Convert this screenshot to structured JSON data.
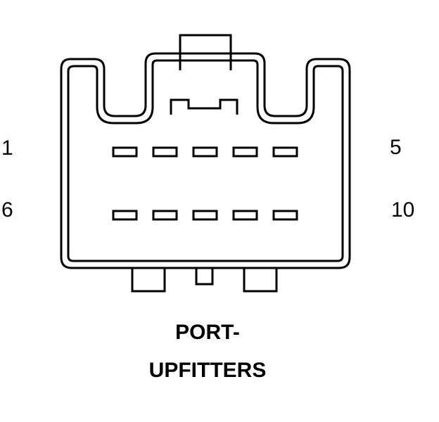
{
  "connector": {
    "pin_labels": {
      "top_left": "1",
      "top_right": "5",
      "bottom_left": "6",
      "bottom_right": "10"
    },
    "caption_line1": "PORT-",
    "caption_line2": "UPFITTERS",
    "pins_per_row": 5,
    "rows": 2
  },
  "colors": {
    "line": "#000000",
    "background": "#ffffff"
  }
}
